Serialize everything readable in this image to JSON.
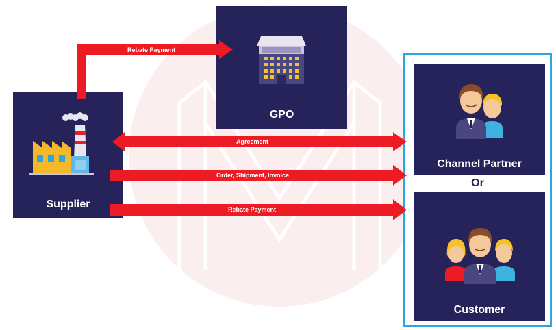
{
  "nodes": {
    "gpo": "GPO",
    "supplier": "Supplier",
    "channel_partner": "Channel Partner",
    "or": "Or",
    "customer": "Customer"
  },
  "edges": {
    "top_rebate": "Rebate Payment",
    "agreement": "Agreement",
    "order": "Order, Shipment, Invoice",
    "bottom_rebate": "Rebate Payment"
  },
  "colors": {
    "node_fill": "#26225a",
    "arrow": "#ed1c24",
    "frame": "#2aa7e3"
  },
  "icons": {
    "gpo": "office-building-icon",
    "supplier": "factory-icon",
    "channel_partner": "two-people-icon",
    "customer": "three-people-icon"
  }
}
